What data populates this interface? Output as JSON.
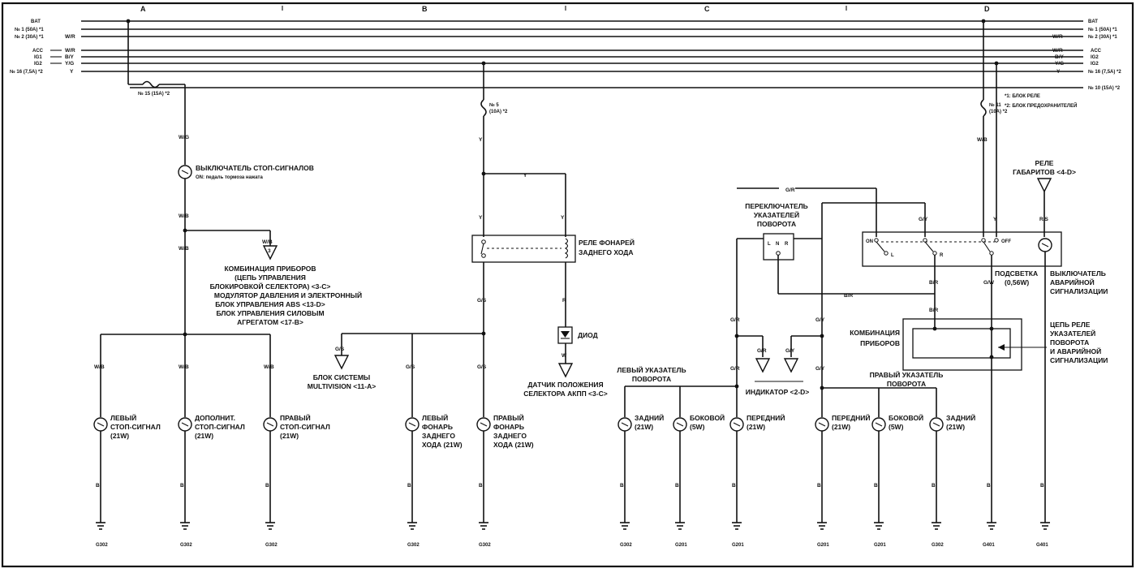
{
  "columns": [
    "A",
    "B",
    "C",
    "D"
  ],
  "rails_left": [
    {
      "name": "BAT",
      "wire": ""
    },
    {
      "name": "№ 1 (50A) *1",
      "wire": ""
    },
    {
      "name": "№ 2 (30A) *1",
      "wire": "W/R"
    },
    {
      "name": "ACC",
      "wire": "W/R"
    },
    {
      "name": "IG1",
      "wire": "B/Y"
    },
    {
      "name": "IG2",
      "wire": "Y/G"
    },
    {
      "name": "№ 16 (7,5A) *2",
      "wire": "Y"
    }
  ],
  "rails_right": [
    {
      "name": "BAT",
      "wire": ""
    },
    {
      "name": "№ 1 (50A) *1",
      "wire": ""
    },
    {
      "name": "№ 2 (30A) *1",
      "wire": "W/R"
    },
    {
      "name": "ACC",
      "wire": "W/R"
    },
    {
      "name": "IG1",
      "wire": "B/Y"
    },
    {
      "name": "IG2",
      "wire": "Y/G"
    },
    {
      "name": "№ 16 (7,5A) *2",
      "wire": "Y"
    },
    {
      "name": "№ 10 (15A) *2",
      "wire": ""
    }
  ],
  "fuses": {
    "f15": "№ 15 (15A) *2",
    "f5a": "№ 5",
    "f5b": "(10A) *2",
    "f11a": "№ 11",
    "f11b": "(10A) *2"
  },
  "notes": {
    "n1": "*1: БЛОК РЕЛЕ",
    "n2": "*2: БЛОК ПРЕДОХРАНИТЕЛЕЙ"
  },
  "wires": {
    "wg": "W/G",
    "wb": "W/B",
    "y": "Y",
    "gs": "G/S",
    "r": "R",
    "w": "W",
    "gr": "G/R",
    "gy": "G/Y",
    "br": "B/R",
    "gw": "G/W",
    "rs": "R/S",
    "b": "B"
  },
  "components": {
    "brake_switch_1": "ВЫКЛЮЧАТЕЛЬ СТОП-СИГНАЛОВ",
    "brake_switch_2": "ON: педаль тормоза нажата",
    "gauge_1": "КОМБИНАЦИЯ ПРИБОРОВ",
    "gauge_2": "(ЦЕПЬ УПРАВЛЕНИЯ",
    "gauge_3": "БЛОКИРОВКОЙ СЕЛЕКТОРА) <3-C>",
    "gauge_4": "МОДУЛЯТОР ДАВЛЕНИЯ И ЭЛЕКТРОННЫЙ",
    "gauge_5": "БЛОК УПРАВЛЕНИЯ ABS <13-D>",
    "gauge_6": "БЛОК УПРАВЛЕНИЯ СИЛОВЫМ",
    "gauge_7": "АГРЕГАТОМ <17-B>",
    "multivision_1": "БЛОК СИСТЕМЫ",
    "multivision_2": "MULTIVISION <11-A>",
    "rev_relay_1": "РЕЛЕ ФОНАРЕЙ",
    "rev_relay_2": "ЗАДНЕГО ХОДА",
    "diode": "ДИОД",
    "atpos_1": "ДАТЧИК ПОЛОЖЕНИЯ",
    "atpos_2": "СЕЛЕКТОРА АКПП <3-C>",
    "turn_sw_1": "ПЕРЕКЛЮЧАТЕЛЬ",
    "turn_sw_2": "УКАЗАТЕЛЕЙ",
    "turn_sw_3": "ПОВОРОТА",
    "tail_relay_1": "РЕЛЕ",
    "tail_relay_2": "ГАБАРИТОВ <4-D>",
    "backlight_1": "ПОДСВЕТКА",
    "backlight_2": "(0,56W)",
    "hazard_1": "ВЫКЛЮЧАТЕЛЬ",
    "hazard_2": "АВАРИЙНОЙ",
    "hazard_3": "СИГНАЛИЗАЦИИ",
    "cluster_1": "КОМБИНАЦИЯ",
    "cluster_2": "ПРИБОРОВ",
    "flasher_1": "ЦЕПЬ РЕЛЕ",
    "flasher_2": "УКАЗАТЕЛЕЙ",
    "flasher_3": "ПОВОРОТА",
    "flasher_4": "И АВАРИЙНОЙ",
    "flasher_5": "СИГНАЛИЗАЦИИ",
    "left_turn_1": "ЛЕВЫЙ УКАЗАТЕЛЬ",
    "left_turn_2": "ПОВОРОТА",
    "right_turn_1": "ПРАВЫЙ УКАЗАТЕЛЬ",
    "right_turn_2": "ПОВОРОТА",
    "indicator": "ИНДИКАТОР <2-D>",
    "sw_on": "ON",
    "sw_off": "OFF",
    "sw_l": "L",
    "sw_r": "R",
    "sw_n": "N"
  },
  "lamps": [
    {
      "l1": "ЛЕВЫЙ",
      "l2": "СТОП-СИГНАЛ",
      "l3": "(21W)",
      "ground": "G302"
    },
    {
      "l1": "ДОПОЛНИТ.",
      "l2": "СТОП-СИГНАЛ",
      "l3": "(21W)",
      "ground": "G302"
    },
    {
      "l1": "ПРАВЫЙ",
      "l2": "СТОП-СИГНАЛ",
      "l3": "(21W)",
      "ground": "G302"
    },
    {
      "l1": "ЛЕВЫЙ",
      "l2": "ФОНАРЬ",
      "l3": "ЗАДНЕГО",
      "l4": "ХОДА (21W)",
      "ground": "G302"
    },
    {
      "l1": "ПРАВЫЙ",
      "l2": "ФОНАРЬ",
      "l3": "ЗАДНЕГО",
      "l4": "ХОДА (21W)",
      "ground": "G302"
    },
    {
      "l1": "ЗАДНИЙ",
      "l2": "(21W)",
      "ground": "G302"
    },
    {
      "l1": "БОКОВОЙ",
      "l2": "(5W)",
      "ground": "G201"
    },
    {
      "l1": "ПЕРЕДНИЙ",
      "l2": "(21W)",
      "ground": "G201"
    },
    {
      "l1": "ПЕРЕДНИЙ",
      "l2": "(21W)",
      "ground": "G201"
    },
    {
      "l1": "БОКОВОЙ",
      "l2": "(5W)",
      "ground": "G201"
    },
    {
      "l1": "ЗАДНИЙ",
      "l2": "(21W)",
      "ground": "G302"
    }
  ],
  "grounds_extra": [
    "G401",
    "G401"
  ]
}
